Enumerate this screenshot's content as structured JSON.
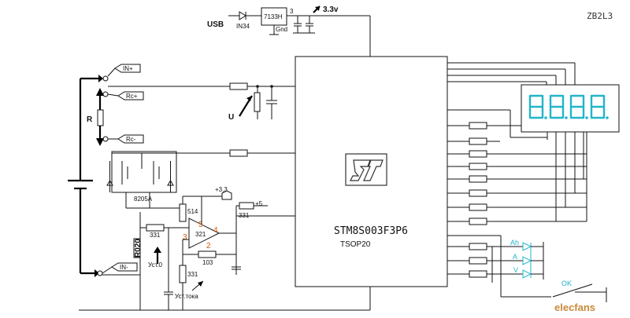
{
  "labels": {
    "usb": "USB",
    "diode": "IN34",
    "regulator": "7133H",
    "reg_gnd": "Gnd",
    "reg_out_pin": "3",
    "supply_out": "3.3v",
    "board_id": "ZB2L3",
    "in_plus": "IN+",
    "rc_plus": "Rc+",
    "rc_minus": "Rc-",
    "in_minus": "IN-",
    "shunt_r": "R",
    "v_label": "U",
    "mosfet": "8205A",
    "r_514": "514",
    "r_331a": "331",
    "r_331b": "331",
    "r_331c": "331",
    "r_103": "103",
    "plus_33": "+3,3",
    "plus_5": "+5",
    "pin5": "5",
    "pin3": "3",
    "pin4": "4",
    "pin2": "2",
    "opamp": "321",
    "r020": "R020",
    "ust0": "Уст.0",
    "ust_toka": "Уст.тока",
    "mcu": "STM8S003F3P6",
    "package": "TSOP20",
    "led_ah": "Ah",
    "led_a": "A",
    "led_v": "V",
    "ok": "OK",
    "watermark": "elecfans"
  },
  "display": {
    "digits": "8.8.8.8",
    "color": "#22b5c9"
  },
  "colors": {
    "led_color": "#22b5c9",
    "pin_number_color": "#d35400",
    "wire_color": "#111111"
  }
}
